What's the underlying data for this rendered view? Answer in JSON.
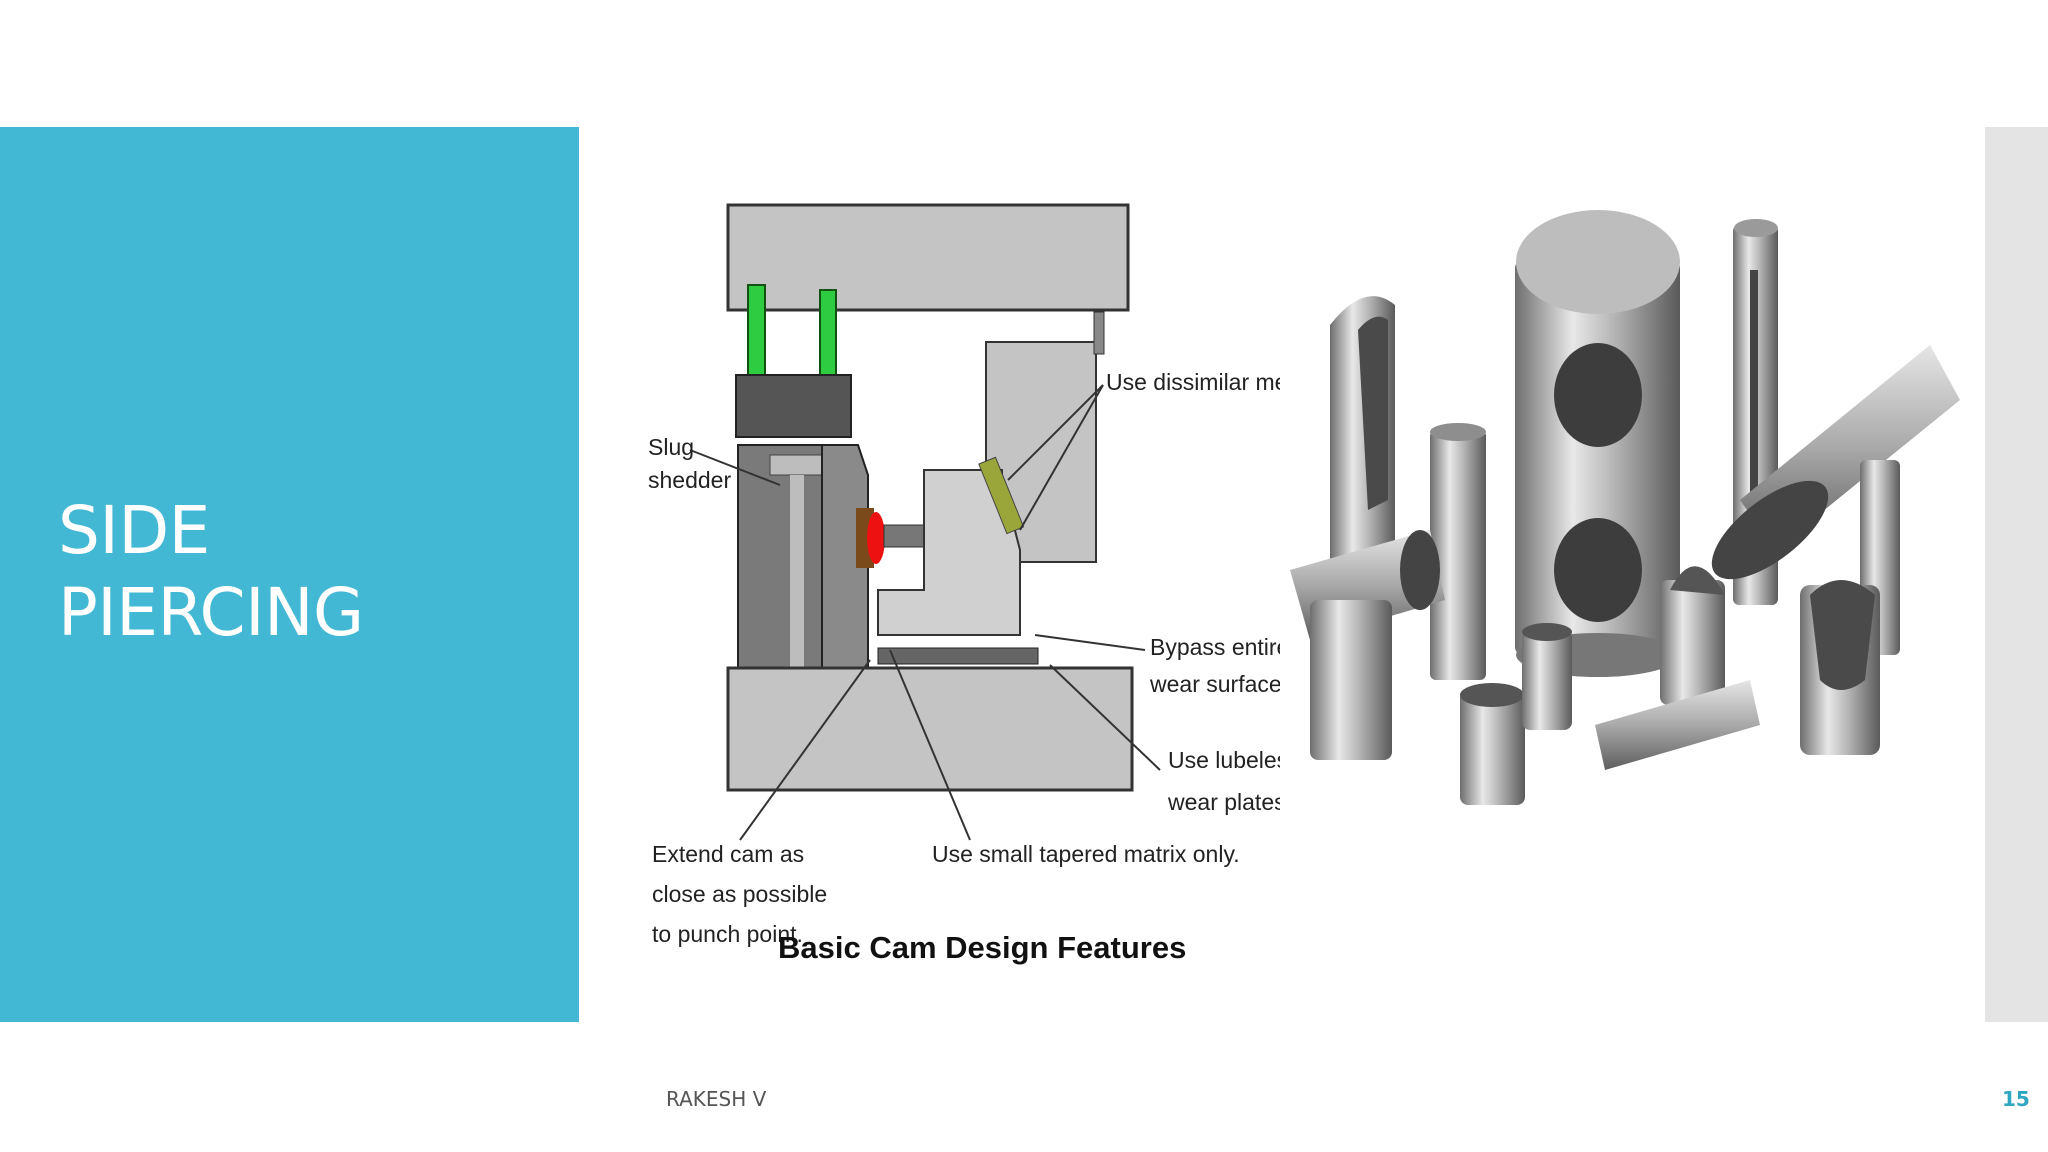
{
  "slide": {
    "title_lines": [
      "SIDE",
      "PIERCING"
    ],
    "author": "RAKESH V",
    "number": "15"
  },
  "cam_figure": {
    "caption": "Basic Cam Design Features",
    "labels": {
      "slug_shedder": [
        "Slug",
        "shedder"
      ],
      "dissimilar": "Use dissimilar metals.",
      "bypass": [
        "Bypass entire",
        "wear surface."
      ],
      "lubeless": [
        "Use lubeless",
        "wear plates."
      ],
      "extend_cam": [
        "Extend cam as",
        "close as possible",
        "to punch point."
      ],
      "tapered_matrix": "Use small tapered matrix only."
    }
  },
  "colors": {
    "accent_band": "#43b8d4",
    "slide_number": "#2fa6c2"
  }
}
